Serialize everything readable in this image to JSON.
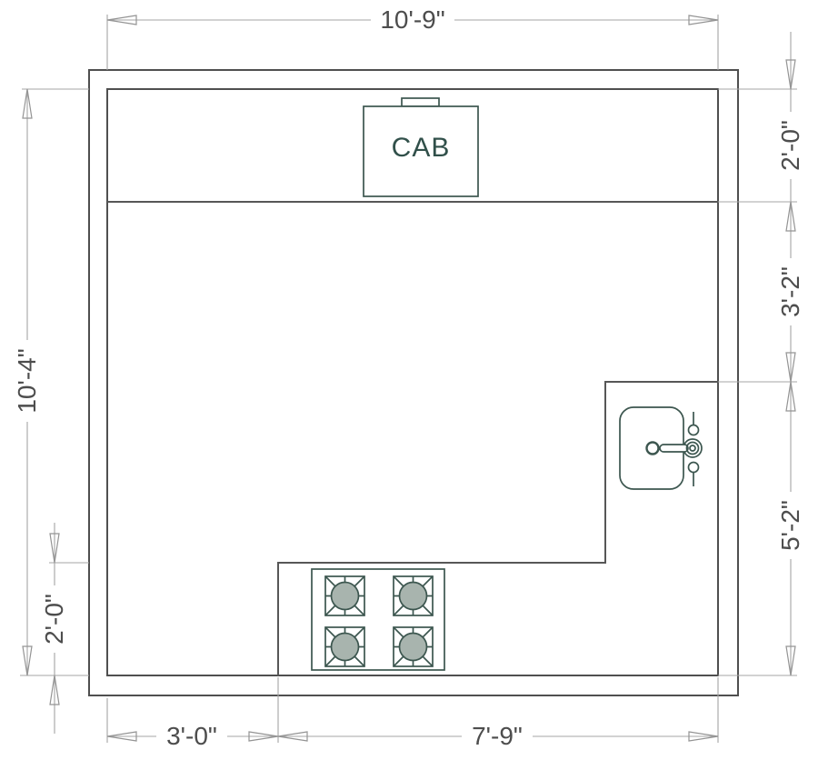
{
  "drawing": {
    "type": "kitchen-floor-plan",
    "labels": {
      "cabinet": "CAB"
    },
    "dimensions": {
      "top_width": "10'-9\"",
      "left_height": "10'-4\"",
      "left_counter_depth": "2'-0\"",
      "right_upper_counter": "2'-0\"",
      "right_middle_gap": "3'-2\"",
      "right_lower_run": "5'-2\"",
      "bottom_left_clear": "3'-0\"",
      "bottom_counter_run": "7'-9\""
    },
    "colors": {
      "wall_outline": "#4f4f4f",
      "wall_hatch": "#dadada",
      "counter_line": "#575757",
      "fixture_outline": "#3c564f",
      "burner_fill": "#a8b4ae",
      "dimension_line": "#a4a4a4",
      "dimension_text": "#4d4d4d",
      "cabinet_text": "#31504a",
      "background": "#ffffff"
    }
  }
}
